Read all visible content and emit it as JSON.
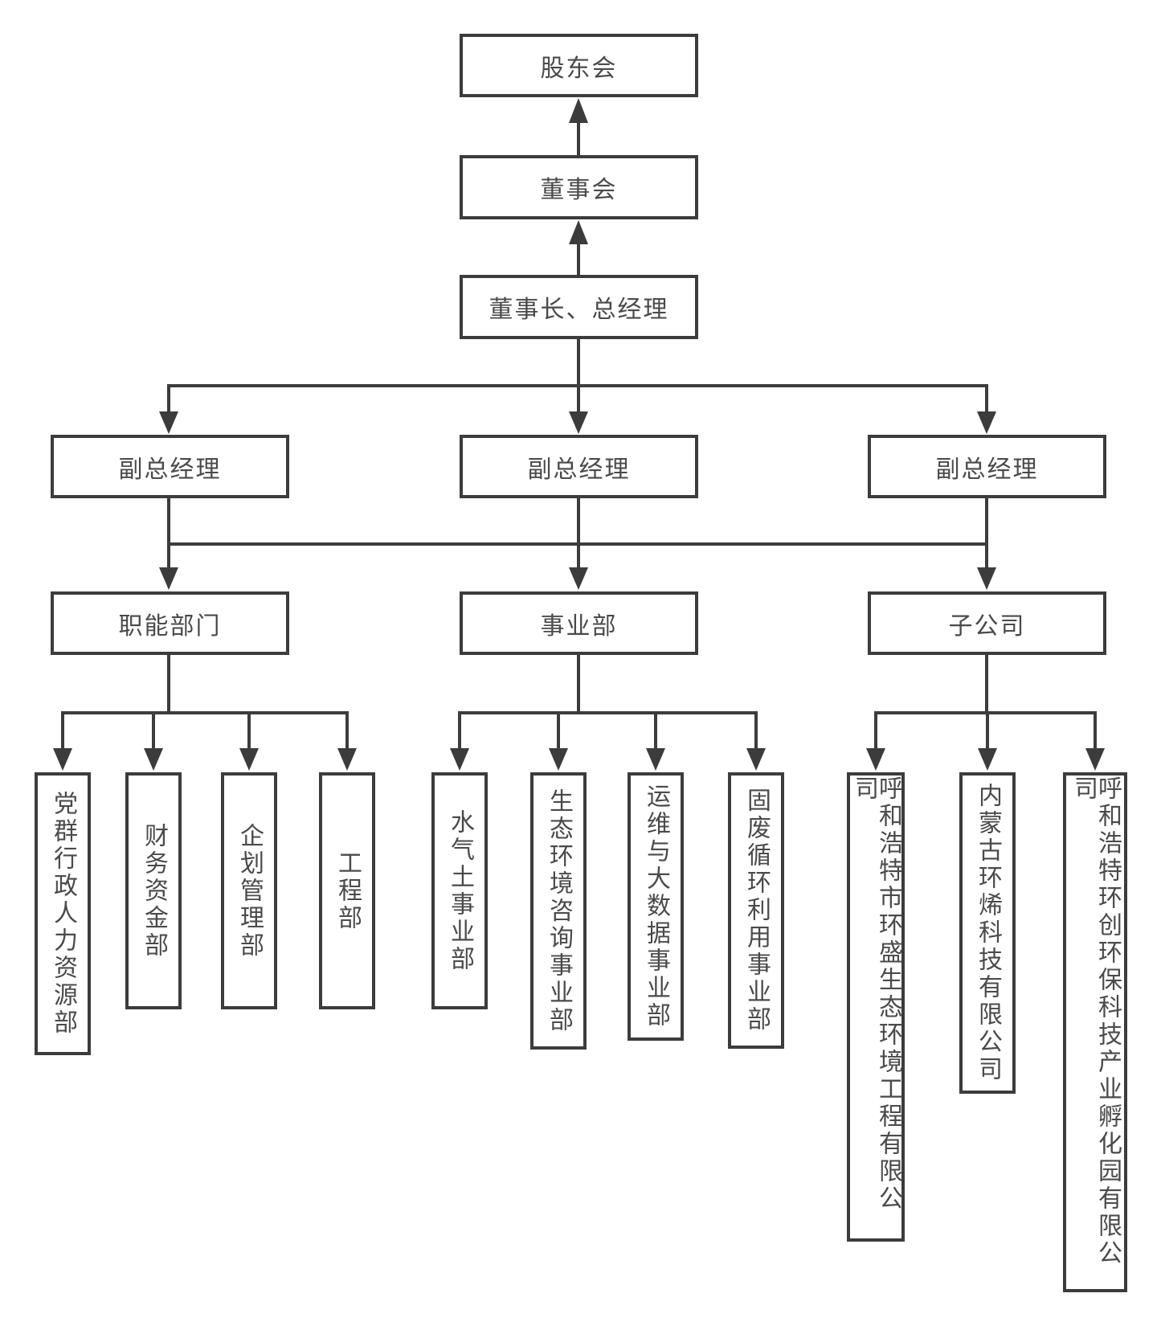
{
  "colors": {
    "line": "#3c3c3c",
    "text": "#4a4a4a",
    "background": "#ffffff"
  },
  "org_chart": {
    "root_chain": [
      {
        "label": "股东会"
      },
      {
        "label": "董事会"
      },
      {
        "label": "董事长、总经理"
      }
    ],
    "vice_presidents": [
      {
        "label": "副总经理"
      },
      {
        "label": "副总经理"
      },
      {
        "label": "副总经理"
      }
    ],
    "groups": [
      {
        "label": "职能部门",
        "children": [
          {
            "label": "党群行政人力资源部"
          },
          {
            "label": "财务资金部"
          },
          {
            "label": "企划管理部"
          },
          {
            "label": "工程部"
          }
        ]
      },
      {
        "label": "事业部",
        "children": [
          {
            "label": "水气土事业部"
          },
          {
            "label": "生态环境咨询事业部"
          },
          {
            "label": "运维与大数据事业部"
          },
          {
            "label": "固废循环利用事业部"
          }
        ]
      },
      {
        "label": "子公司",
        "children": [
          {
            "label": "呼和浩特市环盛生态环境工程有限公司"
          },
          {
            "label": "内蒙古环烯科技有限公司"
          },
          {
            "label": "呼和浩特环创环保科技产业孵化园有限公司"
          }
        ]
      }
    ]
  }
}
